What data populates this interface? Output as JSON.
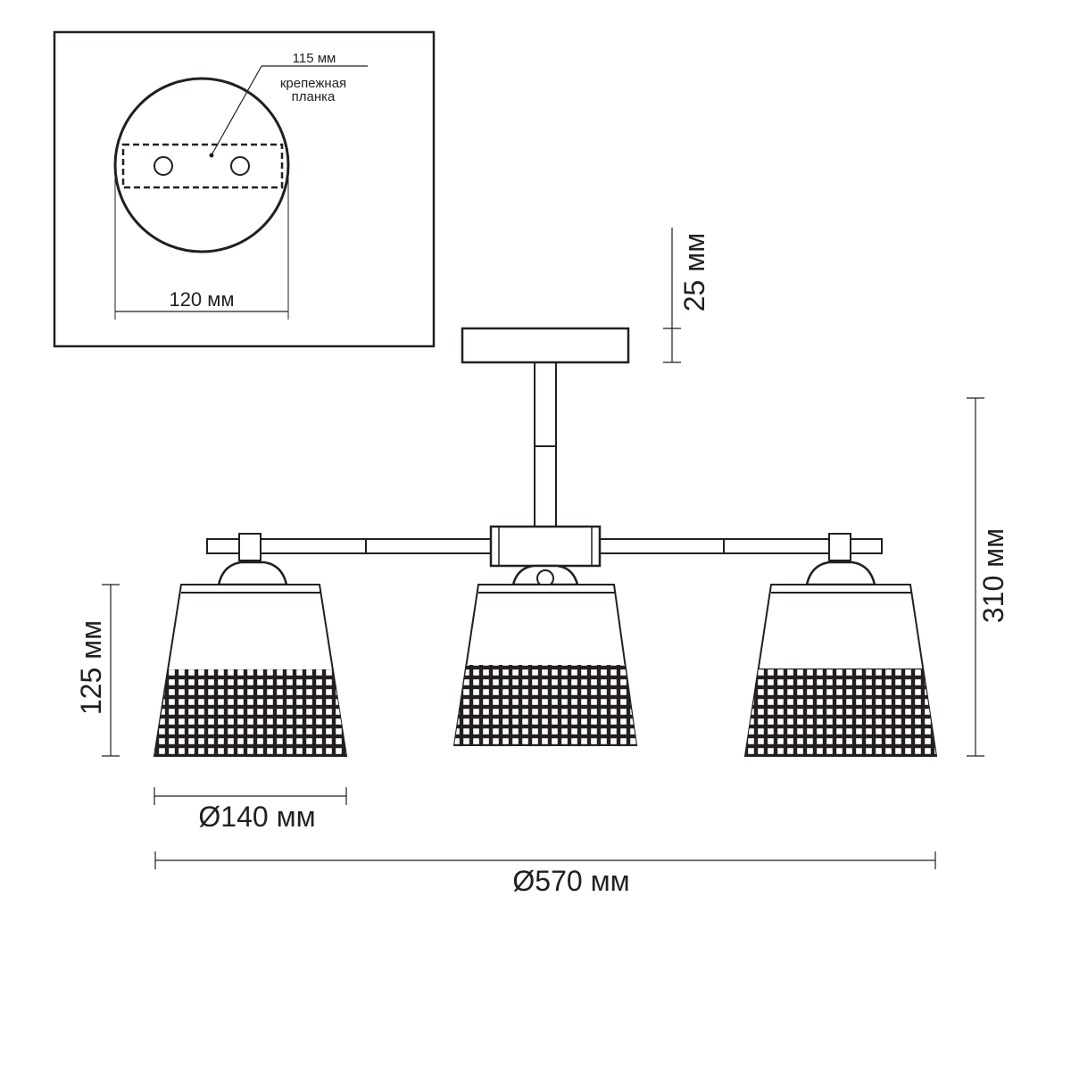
{
  "inset": {
    "dim_115": "115 мм",
    "plate_label_line1": "крепежная",
    "plate_label_line2": "планка",
    "dim_120": "120 мм"
  },
  "dimensions": {
    "canopy_height": "25 мм",
    "total_height": "310 мм",
    "shade_height": "125 мм",
    "shade_diameter": "Ø140 мм",
    "total_diameter": "Ø570 мм"
  },
  "shades": {
    "count": 3,
    "pattern": "grid"
  },
  "colors": {
    "line": "#231f20",
    "background": "#ffffff"
  }
}
